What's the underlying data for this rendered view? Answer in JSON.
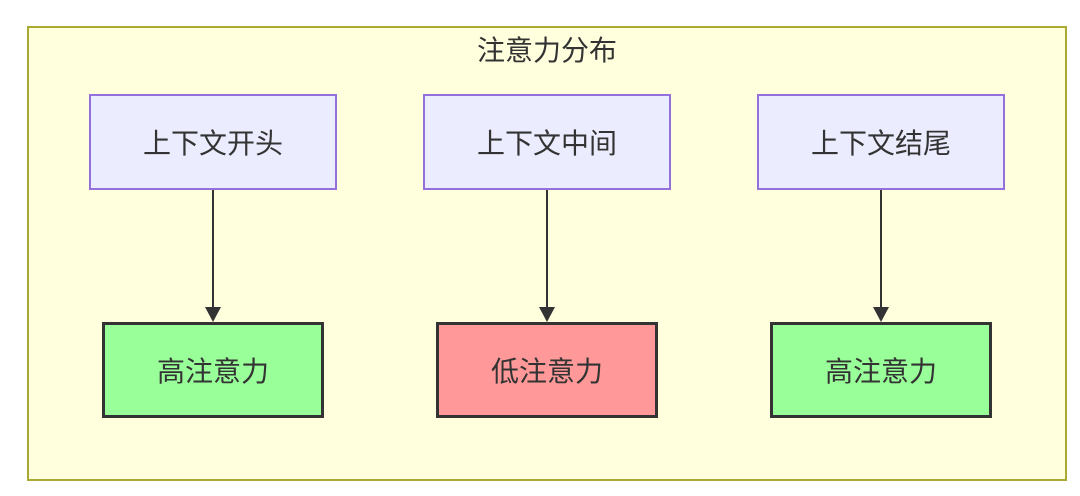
{
  "diagram": {
    "title": "注意力分布",
    "columns": [
      {
        "source": "上下文开头",
        "result": "高注意力",
        "level": "high"
      },
      {
        "source": "上下文中间",
        "result": "低注意力",
        "level": "low"
      },
      {
        "source": "上下文结尾",
        "result": "高注意力",
        "level": "high"
      }
    ],
    "colors": {
      "canvas_bg": "#ffffff",
      "container_bg": "#ffffde",
      "container_border": "#aaaa33",
      "source_bg": "#ececff",
      "source_border": "#9370db",
      "result_high_bg": "#99ff99",
      "result_low_bg": "#ff9999",
      "result_border": "#333333",
      "arrow": "#333333",
      "text": "#333333"
    }
  }
}
